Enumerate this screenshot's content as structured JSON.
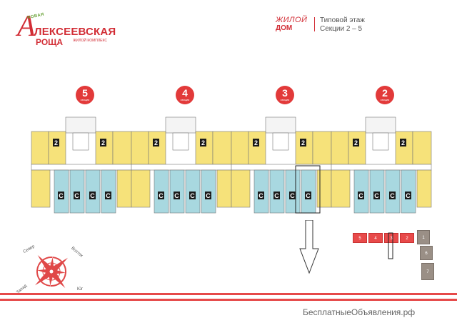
{
  "logo": {
    "small": "НОВАЯ",
    "letter": "A",
    "name_line1": "ЛЕКСЕЕВСКАЯ",
    "name_line2": "РОЩА",
    "sub": "ЖИЛОЙ КОМПЛЕКС"
  },
  "header": {
    "left_line1": "ЖИЛОЙ",
    "left_line2": "ДОМ",
    "right_line1": "Типовой этаж",
    "right_line2": "Секции 2 – 5"
  },
  "sections": [
    {
      "num": "5",
      "label": "секция"
    },
    {
      "num": "4",
      "label": "секция"
    },
    {
      "num": "3",
      "label": "секция"
    },
    {
      "num": "2",
      "label": "секция"
    }
  ],
  "plan_marks": {
    "two_room": "2",
    "studio": "С"
  },
  "compass": {
    "north": "Север",
    "east": "Восток",
    "south": "Юг",
    "west": "Запад"
  },
  "keyplan": {
    "cells": [
      "5",
      "4",
      "3",
      "2",
      "1",
      "6",
      "7"
    ]
  },
  "colors": {
    "brand_red": "#d22d35",
    "apartment_yellow": "#f6e27a",
    "studio_blue": "#a8d8e0",
    "corridor": "#ffffff",
    "outline": "#777777"
  },
  "watermark": "БесплатныеОбъявления.рф"
}
